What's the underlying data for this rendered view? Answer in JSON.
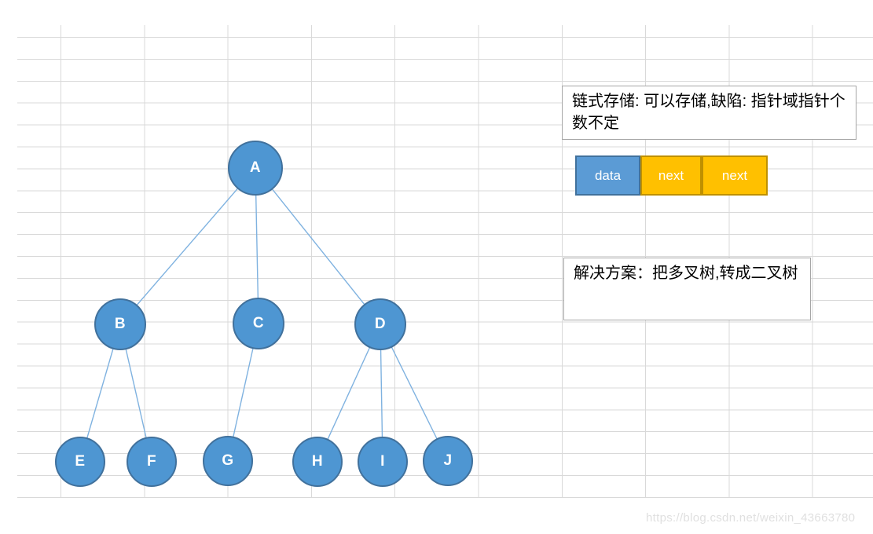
{
  "notes": {
    "chain_note": "链式存储: 可以存储,缺陷: 指针域指针个数不定",
    "solution_note": "解决方案：把多叉树,转成二叉树"
  },
  "linked_list": {
    "cells": [
      {
        "label": "data",
        "kind": "data"
      },
      {
        "label": "next",
        "kind": "pointer"
      },
      {
        "label": "next",
        "kind": "pointer"
      }
    ]
  },
  "tree": {
    "nodes": [
      "A",
      "B",
      "C",
      "D",
      "E",
      "F",
      "G",
      "H",
      "I",
      "J"
    ],
    "edges": [
      [
        "A",
        "B"
      ],
      [
        "A",
        "C"
      ],
      [
        "A",
        "D"
      ],
      [
        "B",
        "E"
      ],
      [
        "B",
        "F"
      ],
      [
        "C",
        "G"
      ],
      [
        "D",
        "H"
      ],
      [
        "D",
        "I"
      ],
      [
        "D",
        "J"
      ]
    ]
  },
  "watermark": "https://blog.csdn.net/weixin_43663780",
  "colors": {
    "node_fill": "#4E96D2",
    "node_border": "#41719C",
    "edge": "#7FB2E0",
    "grid_line": "#D9D9D9",
    "cell_data_fill": "#5B9BD5",
    "cell_data_border": "#41719C",
    "cell_pointer_fill": "#FFC000",
    "cell_pointer_border": "#BF9000",
    "textbox_border": "#A6A6A6",
    "watermark": "#E0E0E0"
  }
}
